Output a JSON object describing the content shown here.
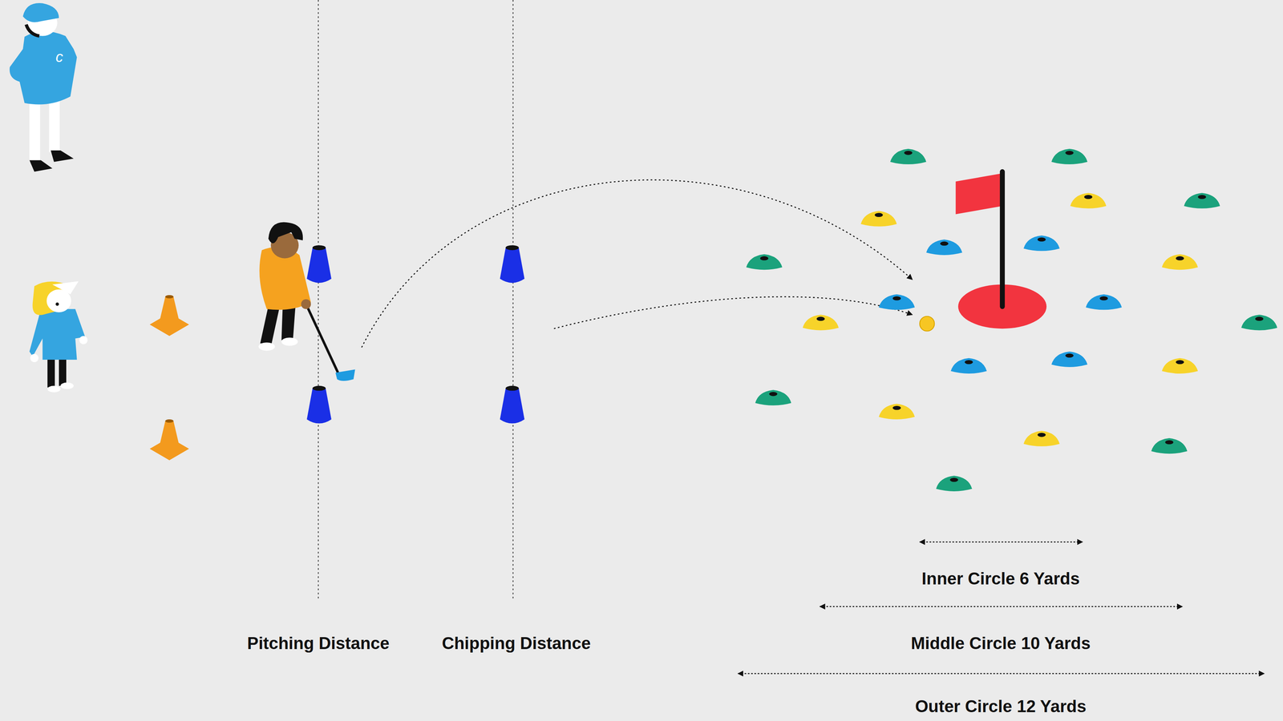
{
  "diagram": {
    "labels": [
      "Pitching Distance",
      "Chipping Distance",
      "Inner Circle 6 Yards",
      "Middle Circle 10 Yards",
      "Outer Circle 12 Yards"
    ]
  }
}
